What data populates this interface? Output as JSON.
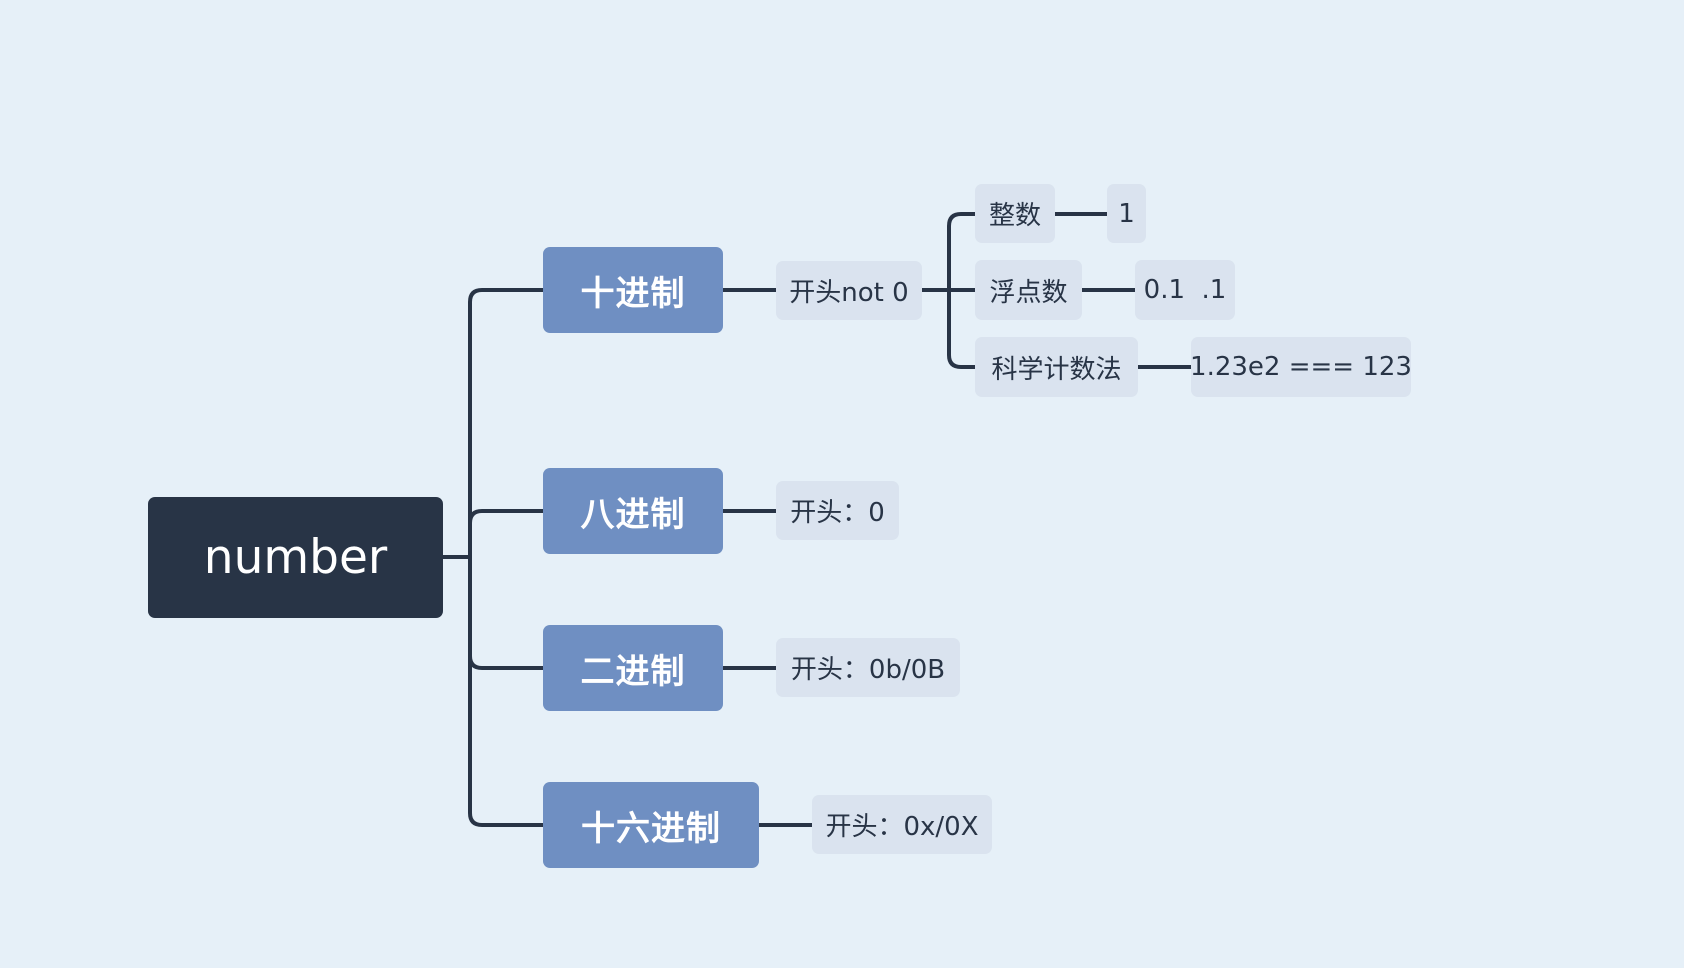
{
  "mindmap": {
    "root": {
      "label": "number"
    },
    "branches": [
      {
        "label": "十进制",
        "children": [
          {
            "label": "开头not 0",
            "children": [
              {
                "label": "整数",
                "children": [
                  {
                    "label": "1"
                  }
                ]
              },
              {
                "label": "浮点数",
                "children": [
                  {
                    "label": "0.1  .1"
                  }
                ]
              },
              {
                "label": "科学计数法",
                "children": [
                  {
                    "label": "1.23e2 === 123"
                  }
                ]
              }
            ]
          }
        ]
      },
      {
        "label": "八进制",
        "children": [
          {
            "label": "开头：0"
          }
        ]
      },
      {
        "label": "二进制",
        "children": [
          {
            "label": "开头：0b/0B"
          }
        ]
      },
      {
        "label": "十六进制",
        "children": [
          {
            "label": "开头：0x/0X"
          }
        ]
      }
    ]
  },
  "colors": {
    "background": "#E6F0F8",
    "root_fill": "#283446",
    "branch_fill": "#6F8FC2",
    "leaf_fill": "#DAE3EF",
    "line": "#283446",
    "leaf_text": "#283446",
    "light_text": "#FFFFFF"
  }
}
